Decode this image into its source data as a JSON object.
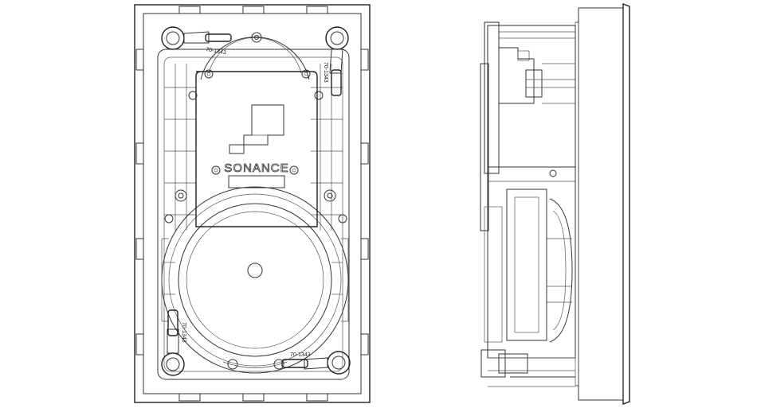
{
  "front_view": {
    "brand_label": "SONANCE",
    "part_labels": [
      "70-1343",
      "70-1343",
      "70-1343",
      "70-1343"
    ]
  },
  "side_view": {}
}
